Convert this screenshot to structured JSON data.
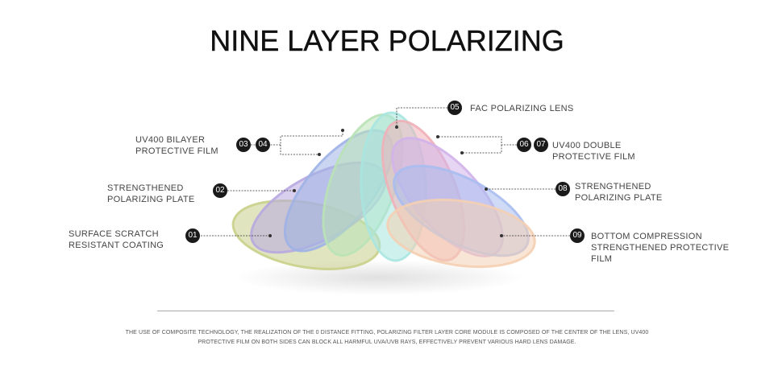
{
  "title": "NINE LAYER POLARIZING",
  "layers": [
    {
      "num": "01",
      "label": "SURFACE SCRATCH\nRESISTANT COATING",
      "color": "#c9d08a"
    },
    {
      "num": "02",
      "label": "STRENGTHENED\nPOLARIZING PLATE",
      "color": "#b8a8e0"
    },
    {
      "num": "03",
      "label": "UV400 BILAYER\nPROTECTIVE FILM",
      "color": "#9fb2e6"
    },
    {
      "num": "04",
      "label": "UV400 BILAYER\nPROTECTIVE FILM",
      "color": "#b9e2b6"
    },
    {
      "num": "05",
      "label": "FAC POLARIZING LENS",
      "color": "#a8e6e0"
    },
    {
      "num": "06",
      "label": "UV400 DOUBLE\nPROTECTIVE FILM",
      "color": "#f0b0b8"
    },
    {
      "num": "07",
      "label": "UV400 DOUBLE\nPROTECTIVE FILM",
      "color": "#d2b2ea"
    },
    {
      "num": "08",
      "label": "STRENGTHENED\nPOLARIZING PLATE",
      "color": "#a8bcef"
    },
    {
      "num": "09",
      "label": "BOTTOM COMPRESSION\nSTRENGTHENED PROTECTIVE\nFILM",
      "color": "#f4cfb2"
    }
  ],
  "labels": {
    "l01": "SURFACE SCRATCH\nRESISTANT COATING",
    "l02": "STRENGTHENED\nPOLARIZING PLATE",
    "l0304": "UV400 BILAYER\nPROTECTIVE FILM",
    "l05": "FAC POLARIZING LENS",
    "l0607": "UV400 DOUBLE\nPROTECTIVE FILM",
    "l08": "STRENGTHENED\nPOLARIZING PLATE",
    "l09": "BOTTOM COMPRESSION\nSTRENGTHENED PROTECTIVE\nFILM"
  },
  "badges": {
    "b01": "01",
    "b02": "02",
    "b03": "03",
    "b04": "04",
    "b05": "05",
    "b06": "06",
    "b07": "07",
    "b08": "08",
    "b09": "09"
  },
  "footnote": "THE USE OF COMPOSITE TECHNOLOGY, THE REALIZATION OF THE 0 DISTANCE FITTING, POLARIZING FILTER LAYER CORE MODULE IS COMPOSED OF THE CENTER OF THE LENS, UV400 PROTECTIVE FILM ON BOTH SIDES CAN BLOCK ALL HARMFUL UVA/UVB RAYS, EFFECTIVELY PREVENT VARIOUS HARD LENS DAMAGE."
}
